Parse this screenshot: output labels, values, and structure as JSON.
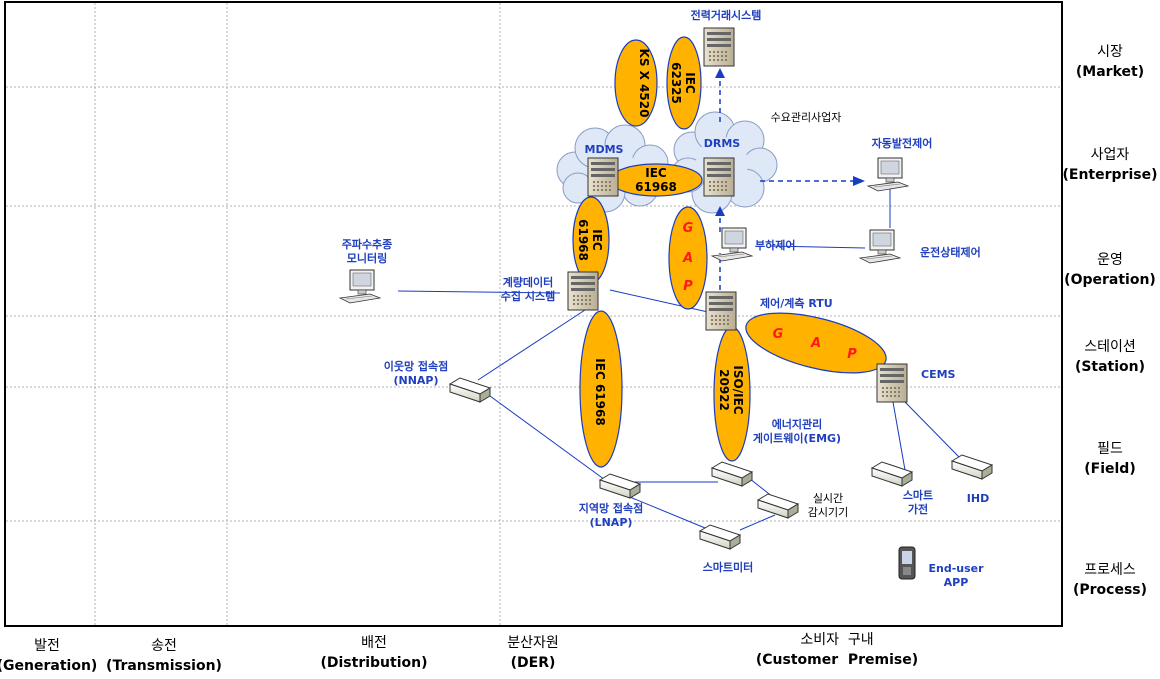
{
  "rows": [
    {
      "ko": "시장",
      "en": "(Market)"
    },
    {
      "ko": "사업자",
      "en": "(Enterprise)"
    },
    {
      "ko": "운영",
      "en": "(Operation)"
    },
    {
      "ko": "스테이션",
      "en": "(Station)"
    },
    {
      "ko": "필드",
      "en": "(Field)"
    },
    {
      "ko": "프로세스",
      "en": "(Process)"
    }
  ],
  "columns": [
    {
      "ko": "발전",
      "en": "(Generation)"
    },
    {
      "ko": "송전",
      "en": "(Transmission)"
    },
    {
      "ko": "배전",
      "en": "(Distribution)"
    },
    {
      "ko": "분산자원",
      "en": "(DER)"
    },
    {
      "ko": "소비자  구내",
      "en": "(Customer  Premise)"
    }
  ],
  "nodes": {
    "power_market": "전력거래시스템",
    "demand_operator": "수요관리사업자",
    "mdms": "MDMS",
    "drms": "DRMS",
    "auto_gen_control": "자동발전제어",
    "freq_monitor_1": "주파수추종",
    "freq_monitor_2": "모니터링",
    "meter_collect_1": "계량데이터",
    "meter_collect_2": "수집 시스템",
    "load_control": "부하제어",
    "op_status_control": "운전상태제어",
    "rtu": "제어/계측 RTU",
    "nnap_1": "이웃망 접속점",
    "nnap_2": "(NNAP)",
    "cems": "CEMS",
    "emg_1": "에너지관리",
    "emg_2": "게이트웨이(EMG)",
    "lnap_1": "지역망 접속점",
    "lnap_2": "(LNAP)",
    "realtime_1": "실시간",
    "realtime_2": "감시기기",
    "smart_meter": "스마트미터",
    "smart_appl_1": "스마트",
    "smart_appl_2": "가전",
    "ihd": "IHD",
    "enduser_1": "End-user",
    "enduser_2": "APP"
  },
  "standards": {
    "ks": "KS X 4520",
    "iec62325_1": "IEC",
    "iec62325_2": "62325",
    "iec61968_mid_1": "IEC",
    "iec61968_mid_2": "61968",
    "iec61968_left_1": "IEC",
    "iec61968_left_2": "61968",
    "iec61968_low": "IEC 61968",
    "iso_1": "ISO/IEC",
    "iso_2": "20922",
    "gap_vertical": [
      "G",
      "A",
      "P"
    ],
    "gap_horizontal": [
      "G",
      "A",
      "P"
    ]
  },
  "colors": {
    "ellipse_fill": "#ffb300",
    "ellipse_stroke": "#1a3cc4",
    "link": "#1a3cc4",
    "cloud": "#dfe8f7",
    "gap_text": "#ff1a1a"
  }
}
